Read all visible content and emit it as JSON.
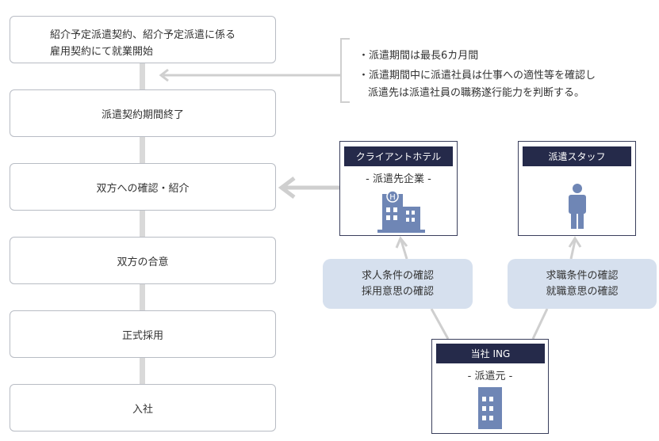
{
  "flow": {
    "steps": [
      {
        "lines": [
          "紹介予定派遣契約、紹介予定派遣に係る",
          "雇用契約にて就業開始"
        ]
      },
      {
        "label": "派遣契約期間終了"
      },
      {
        "label": "双方への確認・紹介"
      },
      {
        "label": "双方の合意"
      },
      {
        "label": "正式採用"
      },
      {
        "label": "入社"
      }
    ]
  },
  "notes": {
    "items": [
      {
        "lines": [
          "・派遣期間は最長6カ月間"
        ]
      },
      {
        "lines": [
          "・派遣期間中に派遣社員は仕事への適性等を確認し",
          "派遣先は派遣社員の職務遂行能力を判断する。"
        ]
      }
    ]
  },
  "client": {
    "title": "クライアントホテル",
    "subtitle": "- 派遣先企業 -",
    "icon": "hotel-building-icon"
  },
  "staff": {
    "title": "派遣スタッフ",
    "icon": "person-icon"
  },
  "company": {
    "title": "当社 ING",
    "subtitle": "- 派遣元 -",
    "icon": "office-building-icon"
  },
  "bubbles": {
    "client_check": [
      "求人条件の確認",
      "採用意思の確認"
    ],
    "staff_check": [
      "求職条件の確認",
      "就職意思の確認"
    ]
  },
  "colors": {
    "navy": "#252a4a",
    "icon_blue": "#6f86b5",
    "bubble_fill": "#d6e0ee",
    "connector_gray": "#cfcfcf"
  }
}
